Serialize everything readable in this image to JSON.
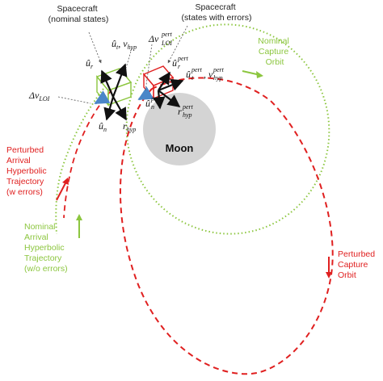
{
  "colors": {
    "nominal": "#8cc63f",
    "perturbed": "#e02020",
    "moon": "#d4d4d4",
    "vector": "#111111",
    "dv": "#4a86c8",
    "nominal_arrow": "#8cc63f",
    "perturbed_arrow": "#e02020"
  },
  "labels": {
    "spacecraft_nominal": [
      "Spacecraft",
      "(nominal states)"
    ],
    "spacecraft_errors": [
      "Spacecraft",
      "(states with errors)"
    ],
    "nominal_capture": [
      "Nominal",
      "Capture",
      "Orbit"
    ],
    "perturbed_arrival": [
      "Perturbed",
      "Arrival",
      "Hyperbolic",
      "Trajectory",
      "(w errors)"
    ],
    "nominal_arrival": [
      "Nominal",
      "Arrival",
      "Hyperbolic",
      "Trajectory",
      "(w/o errors)"
    ],
    "perturbed_capture": [
      "Perturbed",
      "Capture",
      "Orbit"
    ],
    "moon": "Moon"
  },
  "math": {
    "ut": "û",
    "ut_sub": "t",
    "v_hyp": "v",
    "v_hyp_sub": "hyp",
    "ur": "û",
    "ur_sub": "r",
    "dv_loi": "Δv",
    "dv_loi_sub": "LOI",
    "un": "û",
    "un_sub": "n",
    "r_hyp": "r",
    "r_hyp_sub": "hyp",
    "dv_loi_pert": "Δv",
    "dv_loi_pert_sup": "pert",
    "dv_loi_pert_sub": "LOI",
    "ut_pert": "û",
    "ut_pert_sup": "pert",
    "ut_pert_sub": "t",
    "v_hyp_pert": "v",
    "v_hyp_pert_sup": "pert",
    "v_hyp_pert_sub": "hyp",
    "ur_pert": "û",
    "ur_pert_sup": "pert",
    "ur_pert_sub": "r",
    "un_pert": "û",
    "un_pert_sup": "pert",
    "un_pert_sub": "n",
    "r_hyp_pert": "r",
    "r_hyp_pert_sup": "pert",
    "r_hyp_pert_sub": "hyp",
    "comma": ","
  }
}
